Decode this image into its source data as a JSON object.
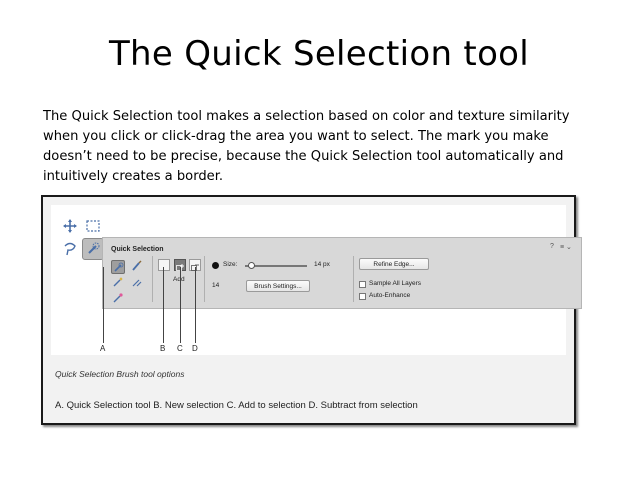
{
  "slide": {
    "title": "The Quick Selection tool",
    "description_lines": [
      "The Quick Selection tool makes a selection based on color and texture similarity",
      "when you click or click-drag the area you want to select. The mark you make",
      "doesn’t need to be precise, because the Quick Selection tool automatically and",
      "intuitively creates a border."
    ]
  },
  "figure": {
    "options_bar": {
      "title": "Quick Selection",
      "size_label": "Size:",
      "size_value": "14 px",
      "brush_size_value": "14",
      "add_label": "Add",
      "brush_settings_label": "Brush Settings...",
      "refine_edge_label": "Refine Edge...",
      "sample_all_layers_label": "Sample All Layers",
      "auto_enhance_label": "Auto-Enhance",
      "help_icon": "?",
      "menu_icon": "≡ ⌄"
    },
    "callouts": [
      "A",
      "B",
      "C",
      "D"
    ],
    "caption": "Quick Selection Brush tool options",
    "legend": "A. Quick Selection tool B. New selection C. Add to selection D. Subtract from selection"
  }
}
